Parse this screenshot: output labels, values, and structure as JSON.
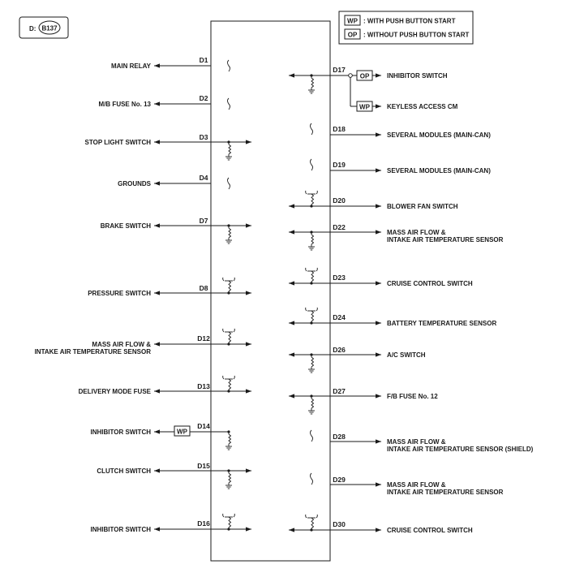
{
  "connector": {
    "label": "D:",
    "id": "B137"
  },
  "legend": [
    {
      "code": "WP",
      "text": ": WITH PUSH BUTTON START"
    },
    {
      "code": "OP",
      "text": ": WITHOUT PUSH BUTTON START"
    }
  ],
  "left_pins": [
    {
      "pin": "D1",
      "lines": [
        "MAIN RELAY"
      ],
      "dir": "out",
      "symbol": "break"
    },
    {
      "pin": "D2",
      "lines": [
        "M/B FUSE No. 13"
      ],
      "dir": "out",
      "symbol": "break"
    },
    {
      "pin": "D3",
      "lines": [
        "STOP LIGHT SWITCH"
      ],
      "dir": "both",
      "symbol": "res-down"
    },
    {
      "pin": "D4",
      "lines": [
        "GROUNDS"
      ],
      "dir": "out",
      "symbol": "break"
    },
    {
      "pin": "D7",
      "lines": [
        "BRAKE SWITCH"
      ],
      "dir": "both",
      "symbol": "res-down"
    },
    {
      "pin": "D8",
      "lines": [
        "PRESSURE SWITCH"
      ],
      "dir": "both",
      "symbol": "res-up"
    },
    {
      "pin": "D12",
      "lines": [
        "MASS AIR FLOW &",
        "INTAKE AIR TEMPERATURE SENSOR"
      ],
      "dir": "both",
      "symbol": "res-up"
    },
    {
      "pin": "D13",
      "lines": [
        "DELIVERY MODE FUSE"
      ],
      "dir": "both",
      "symbol": "res-up"
    },
    {
      "pin": "D14",
      "lines": [
        "INHIBITOR SWITCH"
      ],
      "dir": "out",
      "symbol": "res-down",
      "tag": "WP"
    },
    {
      "pin": "D15",
      "lines": [
        "CLUTCH SWITCH"
      ],
      "dir": "both",
      "symbol": "res-down"
    },
    {
      "pin": "D16",
      "lines": [
        "INHIBITOR SWITCH"
      ],
      "dir": "both",
      "symbol": "res-up"
    }
  ],
  "right_pins": [
    {
      "pin": "D17",
      "lines": [
        "INHIBITOR SWITCH"
      ],
      "dir": "in",
      "symbol": "res-down",
      "tag": "OP",
      "branch": {
        "tag": "WP",
        "lines": [
          "KEYLESS ACCESS CM"
        ]
      }
    },
    {
      "pin": "D18",
      "lines": [
        "SEVERAL MODULES (MAIN-CAN)"
      ],
      "dir": "out",
      "symbol": "break"
    },
    {
      "pin": "D19",
      "lines": [
        "SEVERAL MODULES (MAIN-CAN)"
      ],
      "dir": "out",
      "symbol": "break"
    },
    {
      "pin": "D20",
      "lines": [
        "BLOWER FAN SWITCH"
      ],
      "dir": "both",
      "symbol": "res-up"
    },
    {
      "pin": "D22",
      "lines": [
        "MASS AIR FLOW &",
        "INTAKE AIR TEMPERATURE SENSOR"
      ],
      "dir": "in",
      "symbol": "res-down"
    },
    {
      "pin": "D23",
      "lines": [
        "CRUISE CONTROL SWITCH"
      ],
      "dir": "in",
      "symbol": "res-up"
    },
    {
      "pin": "D24",
      "lines": [
        "BATTERY TEMPERATURE SENSOR"
      ],
      "dir": "in",
      "symbol": "res-up"
    },
    {
      "pin": "D26",
      "lines": [
        "A/C SWITCH"
      ],
      "dir": "in",
      "symbol": "res-down"
    },
    {
      "pin": "D27",
      "lines": [
        "F/B FUSE No. 12"
      ],
      "dir": "in",
      "symbol": "res-down"
    },
    {
      "pin": "D28",
      "lines": [
        "MASS AIR FLOW &",
        "INTAKE AIR TEMPERATURE SENSOR (SHIELD)"
      ],
      "dir": "out",
      "symbol": "break"
    },
    {
      "pin": "D29",
      "lines": [
        "MASS AIR FLOW &",
        "INTAKE AIR TEMPERATURE SENSOR"
      ],
      "dir": "out",
      "symbol": "break"
    },
    {
      "pin": "D30",
      "lines": [
        "CRUISE CONTROL SWITCH"
      ],
      "dir": "in",
      "symbol": "res-up"
    }
  ]
}
